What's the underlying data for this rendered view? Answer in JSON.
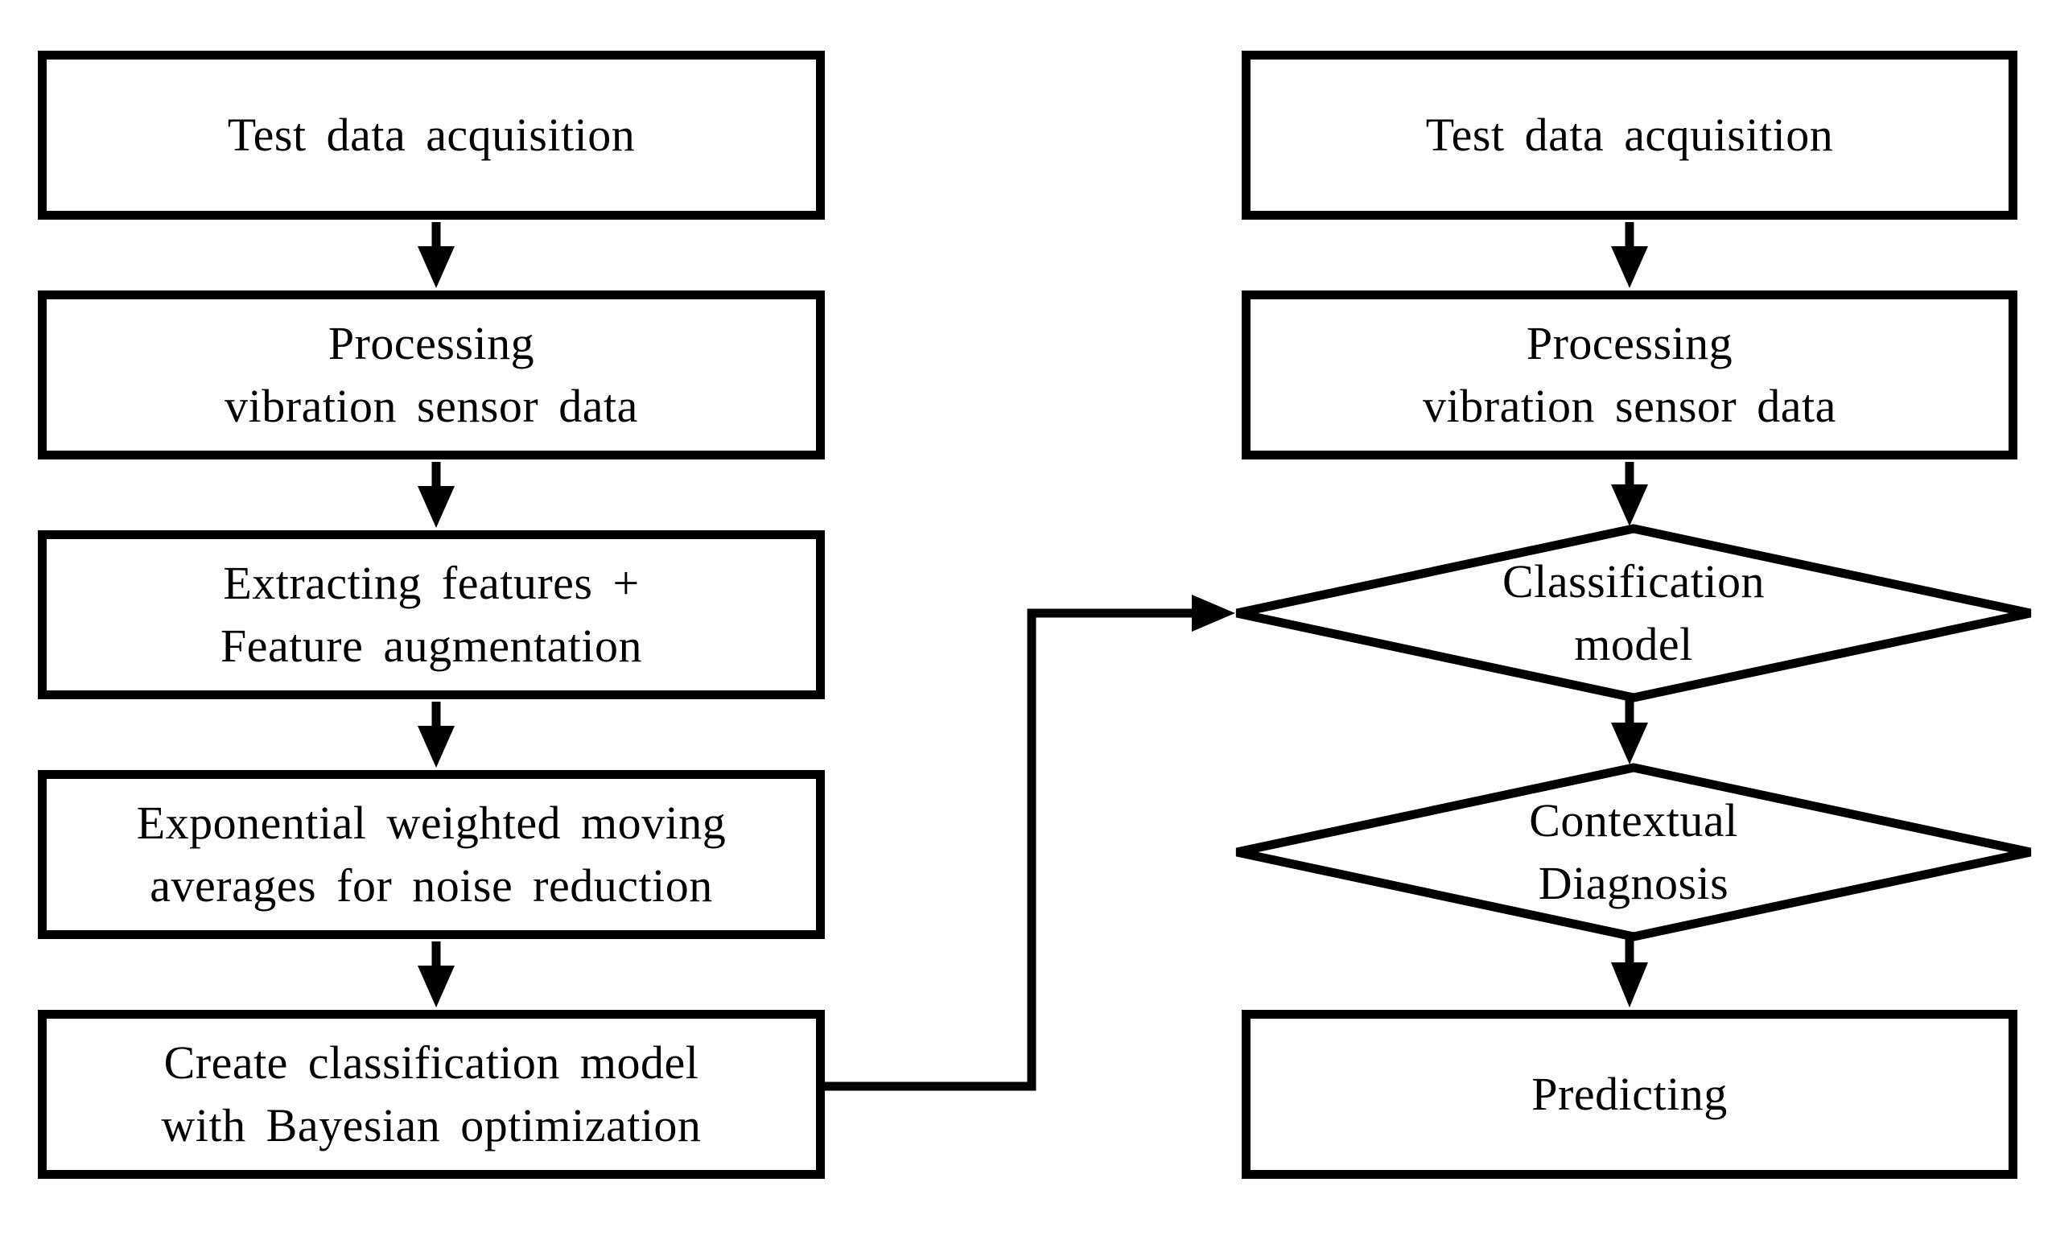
{
  "colors": {
    "background": "#ffffff",
    "stroke": "#000000",
    "node_fill": "#ffffff"
  },
  "left_column": {
    "nodes": [
      {
        "id": "l1",
        "shape": "rect",
        "label": "Test data acquisition"
      },
      {
        "id": "l2",
        "shape": "rect",
        "label": "Processing\nvibration sensor data"
      },
      {
        "id": "l3",
        "shape": "rect",
        "label": "Extracting features +\nFeature augmentation"
      },
      {
        "id": "l4",
        "shape": "rect",
        "label": "Exponential weighted moving\naverages for noise reduction"
      },
      {
        "id": "l5",
        "shape": "rect",
        "label": "Create classification model\nwith Bayesian optimization"
      }
    ]
  },
  "right_column": {
    "nodes": [
      {
        "id": "r1",
        "shape": "rect",
        "label": "Test data acquisition"
      },
      {
        "id": "r2",
        "shape": "rect",
        "label": "Processing\nvibration sensor data"
      },
      {
        "id": "r3",
        "shape": "diamond",
        "label": "Classification\nmodel"
      },
      {
        "id": "r4",
        "shape": "diamond",
        "label": "Contextual\nDiagnosis"
      },
      {
        "id": "r5",
        "shape": "rect",
        "label": "Predicting"
      }
    ]
  },
  "edges": [
    {
      "from": "l1",
      "to": "l2",
      "type": "arrow-down"
    },
    {
      "from": "l2",
      "to": "l3",
      "type": "arrow-down"
    },
    {
      "from": "l3",
      "to": "l4",
      "type": "arrow-down"
    },
    {
      "from": "l4",
      "to": "l5",
      "type": "arrow-down"
    },
    {
      "from": "l5",
      "to": "r3",
      "type": "elbow-arrow-right"
    },
    {
      "from": "r1",
      "to": "r2",
      "type": "arrow-down"
    },
    {
      "from": "r2",
      "to": "r3",
      "type": "arrow-down"
    },
    {
      "from": "r3",
      "to": "r4",
      "type": "arrow-down"
    },
    {
      "from": "r4",
      "to": "r5",
      "type": "arrow-down"
    }
  ]
}
